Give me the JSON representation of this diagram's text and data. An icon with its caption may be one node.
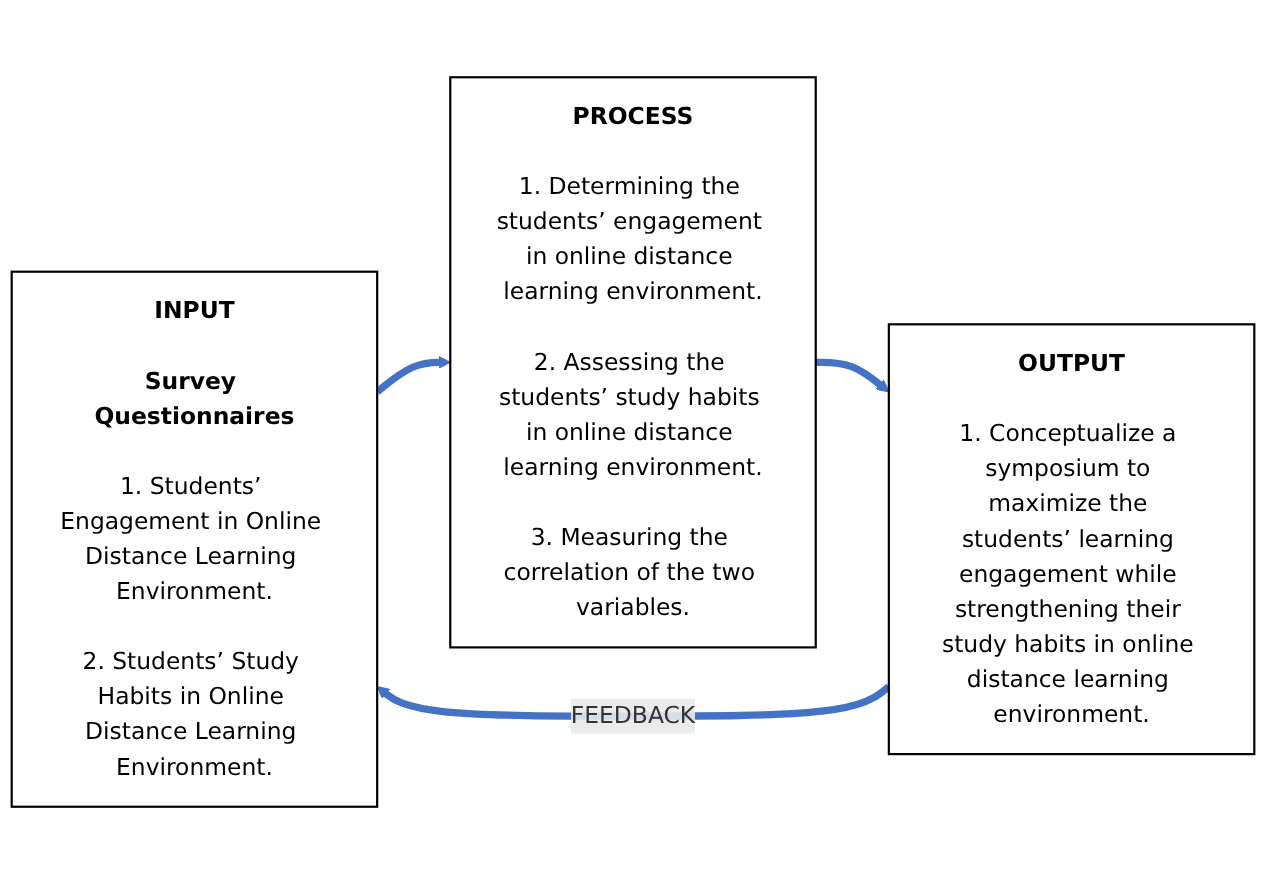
{
  "diagram": {
    "nodes": [
      {
        "text": [
          "INPUT",
          "Survey Questionnaires",
          "1. Students’ Engagement in Online Distance Learning Environment.",
          "2. Students’ Study Habits in Online Distance Learning Environment."
        ]
      },
      {
        "text": [
          "PROCESS",
          "1. Determining the students’ engagement in online distance learning environment.",
          "2. Assessing the students’ study habits in online distance learning environment.",
          "3. Measuring the correlation of the two variables."
        ]
      },
      {
        "text": [
          "OUTPUT",
          "1. Conceptualize a symposium to maximize the students’ learning engagement while strengthening their study habits in online distance learning environment."
        ]
      }
    ],
    "edges": [
      {
        "from": 0,
        "to": 1,
        "arrow": "to"
      },
      {
        "from": 1,
        "to": 2,
        "arrow": "to"
      },
      {
        "from": 2,
        "to": 0,
        "arrow": "to",
        "label": "FEEDBACK"
      }
    ]
  }
}
